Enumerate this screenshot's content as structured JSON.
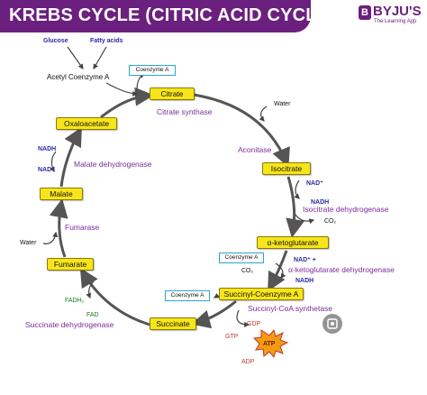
{
  "header": {
    "title": "KREBS CYCLE (CITRIC ACID CYCLE)",
    "logo_mark": "B",
    "logo_name": "BYJU'S",
    "logo_tagline": "The Learning App"
  },
  "inputs": {
    "glucose": "Glucose",
    "fatty_acids": "Fatty acids",
    "acetyl_coa": "Acetyl Coenzyme A"
  },
  "intermediates": {
    "citrate": "Citrate",
    "isocitrate": "Isocitrate",
    "ketoglutarate": "α-ketoglutarate",
    "succinyl_coa": "Succinyl-Coenzyme A",
    "succinate": "Succinate",
    "fumarate": "Fumarate",
    "malate": "Malate",
    "oxaloacetate": "Oxaloacetate"
  },
  "enzymes": {
    "citrate_synthase": "Citrate synthase",
    "aconitase": "Aconitase",
    "isocitrate_dehydrogenase": "Isocitrate dehydrogenase",
    "ketoglutarate_dehydrogenase": "α-ketoglutarate dehydrogenase",
    "succinyl_coa_synthetase": "Succinyl-CoA synthetase",
    "succinate_dehydrogenase": "Succinate dehydrogenase",
    "fumarase": "Fumarase",
    "malate_dehydrogenase": "Malate dehydrogenase"
  },
  "cofactors": {
    "coenzyme_a_top": "Coenzyme A",
    "coenzyme_a_keto": "Coenzyme A",
    "coenzyme_a_succ": "Coenzyme A",
    "water_top": "Water",
    "water_left": "Water",
    "nad_iso": "NAD⁺",
    "nadh_iso": "NADH",
    "co2_iso": "CO₂",
    "nad_keto": "NAD⁺ +",
    "co2_keto": "CO₂",
    "nadh_keto": "NADH",
    "nadh_mal": "NADH",
    "nad_mal": "NAD⁺",
    "fadh2": "FADH₂",
    "fad": "FAD",
    "gdp": "GDP",
    "gtp": "GTP",
    "atp": "ATP",
    "adp": "ADP"
  },
  "colors": {
    "banner": "#6b1f7e",
    "node_fill": "#f7e51b",
    "enzyme_text": "#7a2c9c",
    "cofactor_text": "#2a2aa8",
    "coa_border": "#2aa7c9",
    "atp_burst": "#f39c12"
  }
}
